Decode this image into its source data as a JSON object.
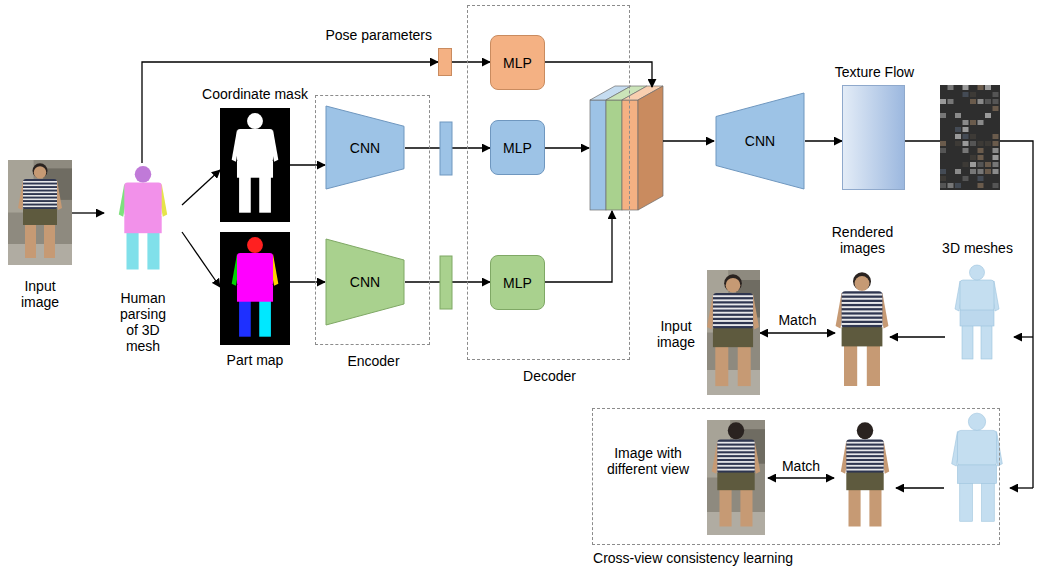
{
  "diagram": {
    "nodes": [
      {
        "text": [
          "Input image"
        ]
      },
      {
        "text": [
          "Human parsing of 3D mesh"
        ]
      },
      {
        "text": [
          "Pose parameters"
        ]
      },
      {
        "text": [
          "Coordinate mask"
        ]
      },
      {
        "text": [
          "Part map"
        ]
      },
      {
        "text": [
          "Encoder"
        ]
      },
      {
        "text": [
          "CNN"
        ],
        "in": 5
      },
      {
        "text": [
          "CNN"
        ],
        "in": 5
      },
      {
        "text": [
          "Decoder"
        ]
      },
      {
        "text": [
          "MLP"
        ],
        "in": 8
      },
      {
        "text": [
          "MLP"
        ],
        "in": 8
      },
      {
        "text": [
          "MLP"
        ],
        "in": 8
      },
      {
        "text": [
          "CNN"
        ]
      },
      {
        "text": [
          "Texture Flow"
        ]
      },
      {
        "text": [
          "3D meshes"
        ]
      },
      {
        "text": [
          "Rendered images"
        ]
      },
      {
        "text": [
          "Input image"
        ]
      },
      {
        "text": [
          "Cross-view consistency learning"
        ]
      },
      {
        "text": [
          "Image with different view"
        ],
        "in": 17
      }
    ],
    "edges": [
      {
        "from": 0,
        "to": 1,
        "arrow": "to"
      },
      {
        "from": 1,
        "to": 2,
        "arrow": "to"
      },
      {
        "from": 1,
        "to": 3,
        "arrow": "to"
      },
      {
        "from": 1,
        "to": 4,
        "arrow": "to"
      },
      {
        "from": 2,
        "to": 9,
        "arrow": "to"
      },
      {
        "from": 3,
        "to": 6,
        "arrow": "to"
      },
      {
        "from": 4,
        "to": 7,
        "arrow": "to"
      },
      {
        "from": 6,
        "to": 10,
        "arrow": "to"
      },
      {
        "from": 7,
        "to": 11,
        "arrow": "to"
      },
      {
        "from": 12,
        "to": 13,
        "arrow": "to"
      },
      {
        "from": 14,
        "to": 15,
        "arrow": "to"
      },
      {
        "from": 15,
        "to": 16,
        "label": "Match",
        "arrow": "both"
      }
    ],
    "labels": [
      "Match"
    ]
  }
}
